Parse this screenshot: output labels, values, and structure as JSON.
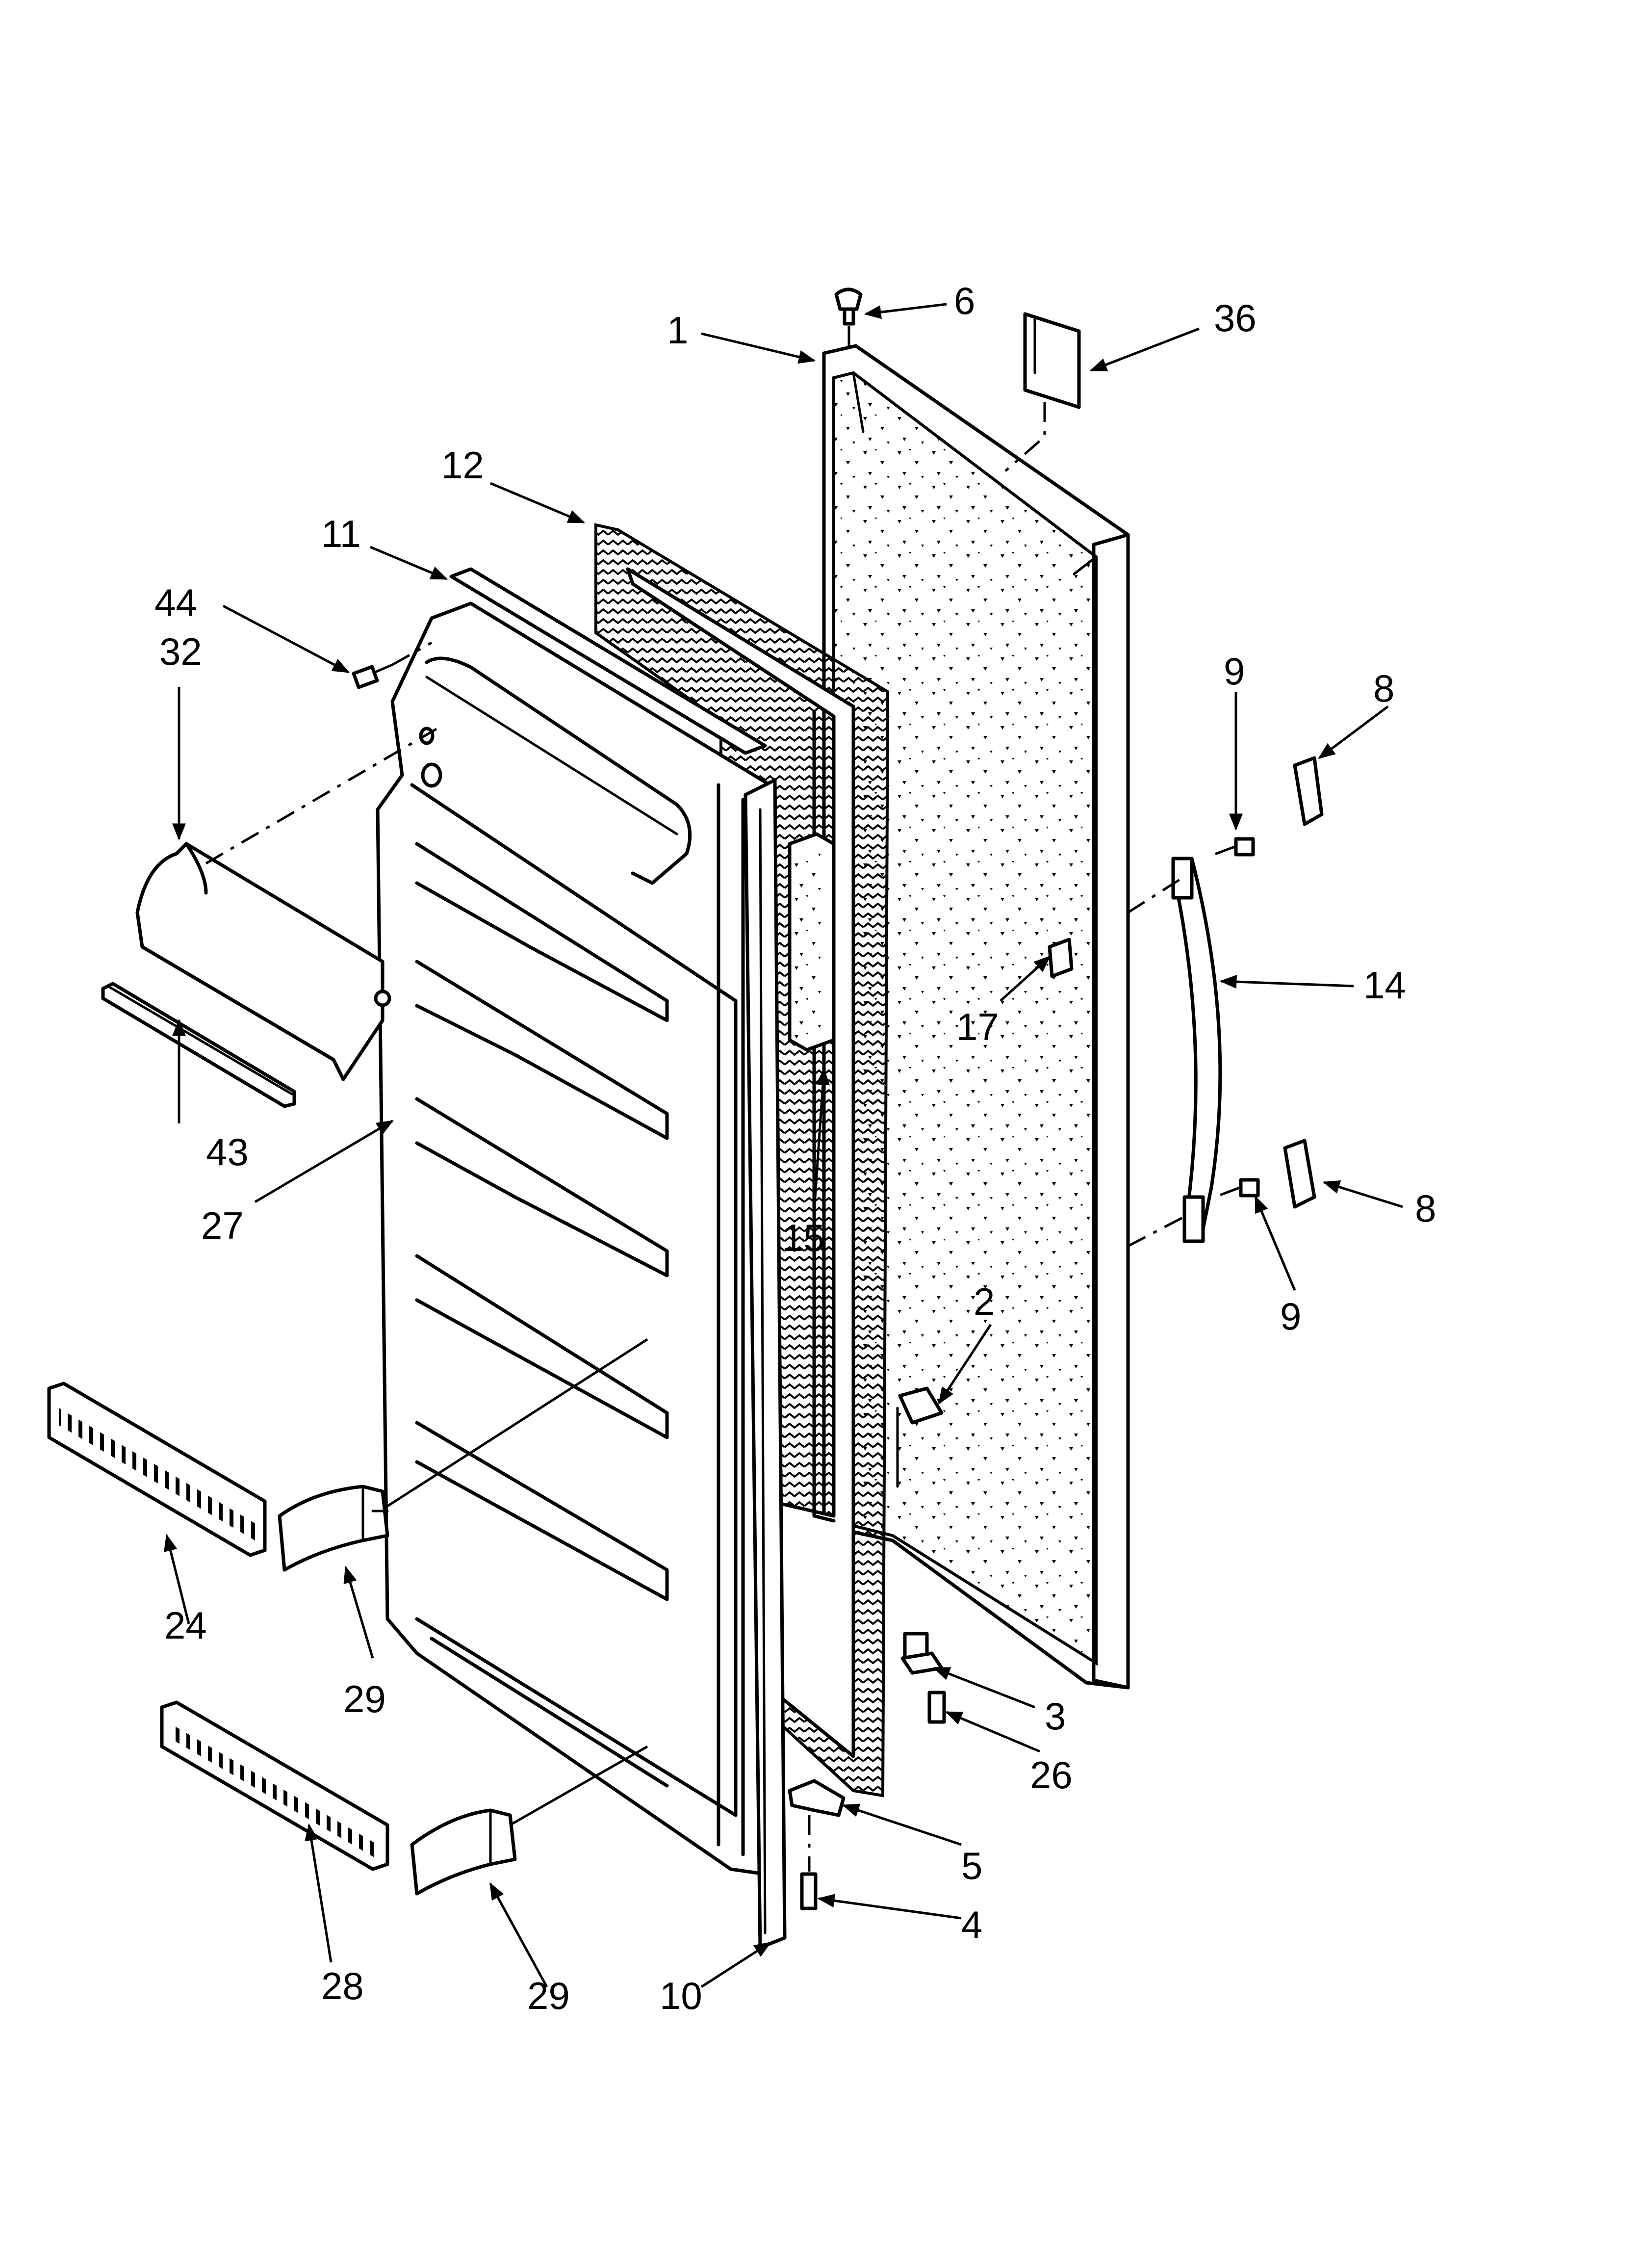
{
  "labels": {
    "l1": "1",
    "l2": "2",
    "l3": "3",
    "l4": "4",
    "l5": "5",
    "l6": "6",
    "l8a": "8",
    "l8b": "8",
    "l9a": "9",
    "l9b": "9",
    "l10": "10",
    "l11": "11",
    "l12": "12",
    "l14": "14",
    "l15": "15",
    "l17": "17",
    "l24": "24",
    "l26": "26",
    "l27": "27",
    "l28": "28",
    "l29a": "29",
    "l29b": "29",
    "l32": "32",
    "l36": "36",
    "l43": "43",
    "l44": "44"
  }
}
